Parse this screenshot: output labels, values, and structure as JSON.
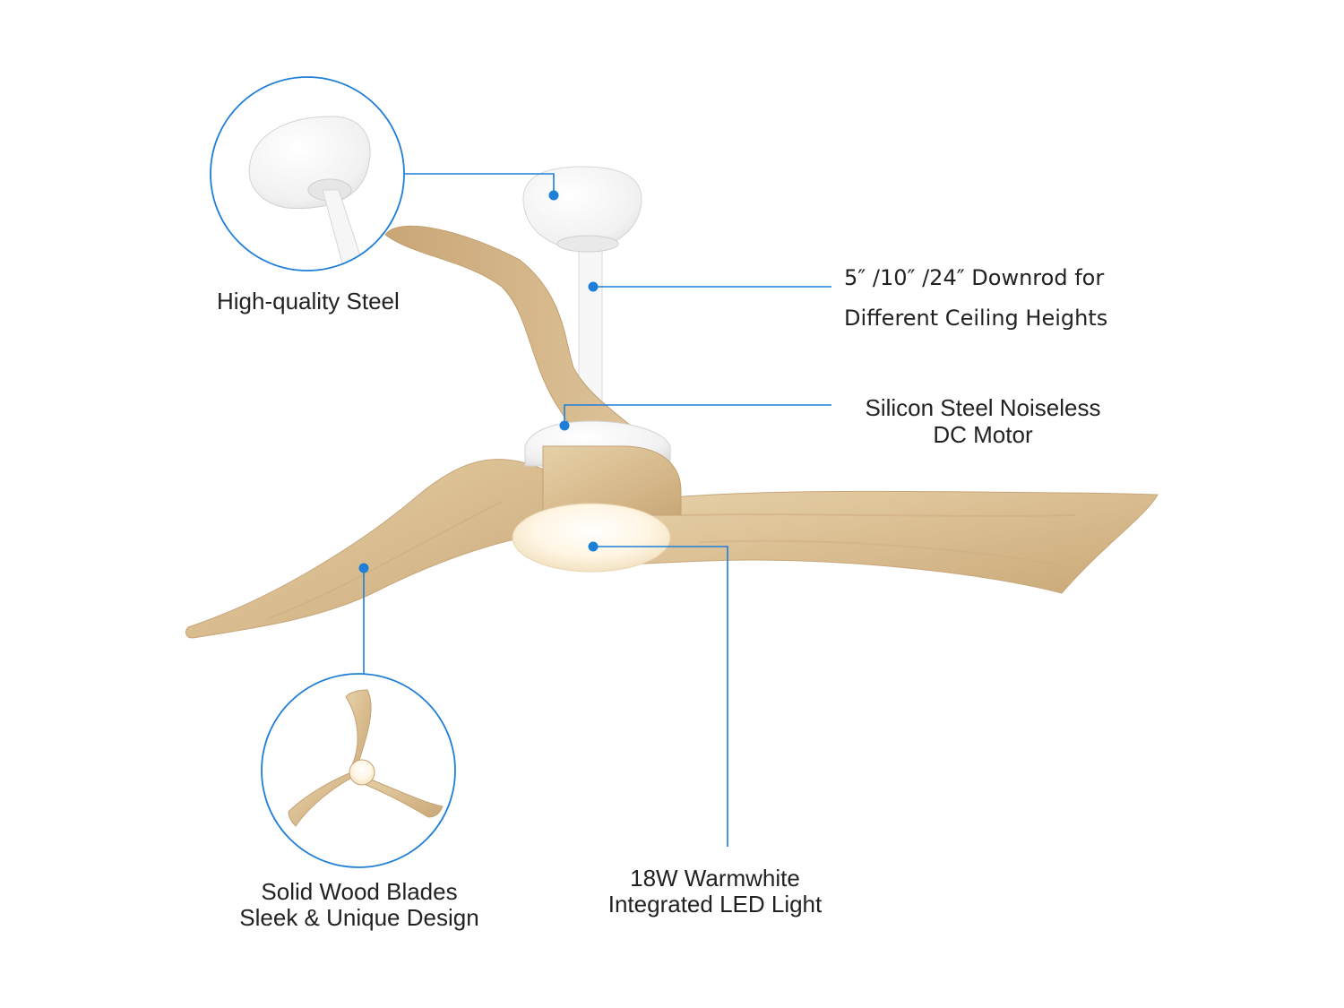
{
  "features": {
    "steel": {
      "text": "High-quality Steel"
    },
    "downrod": {
      "line1": "5″ /10″ /24″  Downrod for",
      "line2": "Different Ceiling Heights"
    },
    "motor": {
      "line1": "Silicon Steel Noiseless",
      "line2": "DC Motor"
    },
    "blades": {
      "line1": "Solid Wood Blades",
      "line2": "Sleek & Unique Design"
    },
    "light": {
      "line1": "18W Warmwhite",
      "line2": "Integrated LED Light"
    }
  },
  "colors": {
    "callout": "#1e7fd8",
    "wood": "#dcc39a",
    "white_part": "#f4f4f4",
    "text": "#222222"
  },
  "icons": [
    "ceiling-canopy",
    "downrod",
    "motor-housing",
    "led-light-kit",
    "wood-blade",
    "fan-top-view"
  ]
}
